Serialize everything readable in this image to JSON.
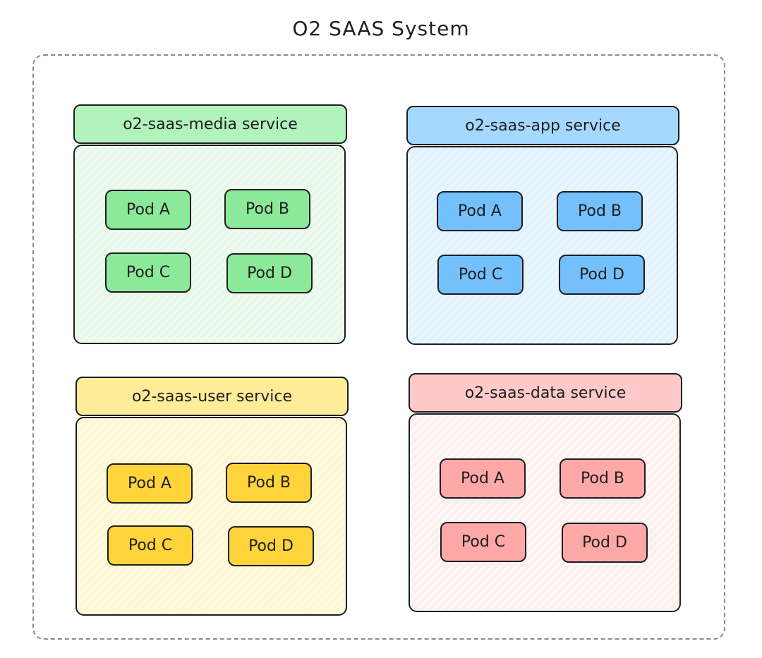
{
  "title": "O2 SAAS System",
  "services": [
    {
      "name": "o2-saas-media service",
      "color_header": "#b2f2bb",
      "color_body": "#ebfbee",
      "color_pod": "#8ce99a",
      "pods": [
        "Pod A",
        "Pod B",
        "Pod C",
        "Pod D"
      ]
    },
    {
      "name": "o2-saas-app service",
      "color_header": "#a5d8ff",
      "color_body": "#e7f5ff",
      "color_pod": "#74c0fc",
      "pods": [
        "Pod A",
        "Pod B",
        "Pod C",
        "Pod D"
      ]
    },
    {
      "name": "o2-saas-user service",
      "color_header": "#ffec99",
      "color_body": "#fff9db",
      "color_pod": "#ffd43b",
      "pods": [
        "Pod A",
        "Pod B",
        "Pod C",
        "Pod D"
      ]
    },
    {
      "name": "o2-saas-data service",
      "color_header": "#ffc9c9",
      "color_body": "#fff5f5",
      "color_pod": "#ffa8a8",
      "pods": [
        "Pod A",
        "Pod B",
        "Pod C",
        "Pod D"
      ]
    }
  ]
}
